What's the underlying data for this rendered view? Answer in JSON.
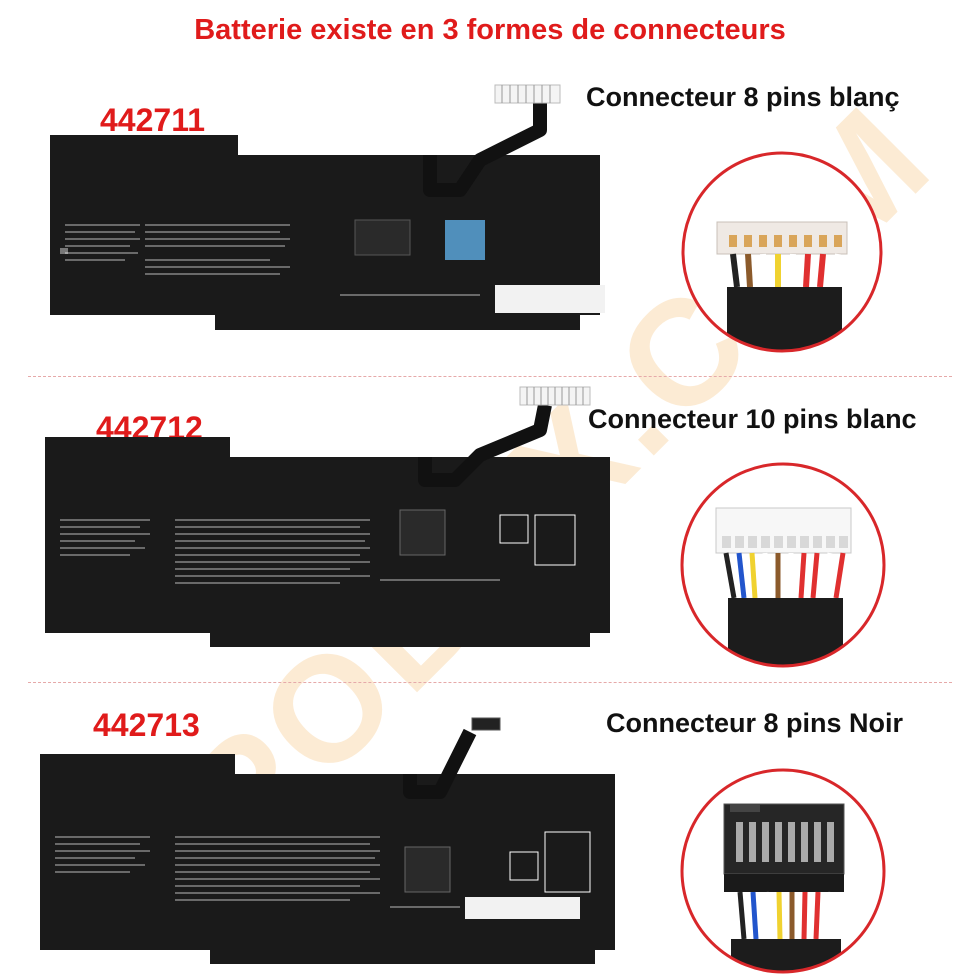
{
  "header": {
    "title": "Batterie existe en 3 formes de connecteurs"
  },
  "watermark": "POBBX.COM",
  "variants": [
    {
      "model": "442711",
      "connector_label": "Connecteur 8 pins blanç",
      "connector_color": "white",
      "pins": 8
    },
    {
      "model": "442712",
      "connector_label": "Connecteur 10 pins blanc",
      "connector_color": "white",
      "pins": 10
    },
    {
      "model": "442713",
      "connector_label": "Connecteur 8 pins Noir",
      "connector_color": "black",
      "pins": 8
    }
  ],
  "colors": {
    "accent": "#e01b1b",
    "zoom_ring": "#d8272a",
    "battery": "#1a1a1a"
  }
}
